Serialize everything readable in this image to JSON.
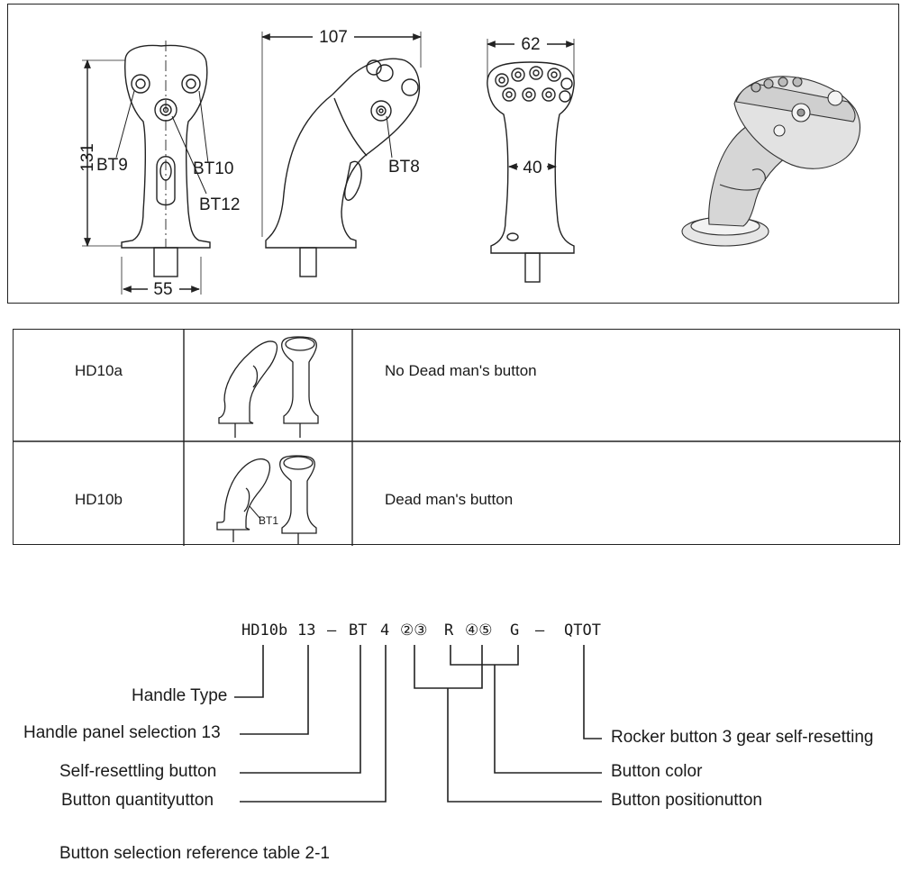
{
  "drawing": {
    "dimensions": {
      "height": "131",
      "base_width": "55",
      "side_width": "107",
      "top_width": "62",
      "neck_width": "40"
    },
    "buttons": {
      "bt9": "BT9",
      "bt10": "BT10",
      "bt12": "BT12",
      "bt8": "BT8"
    }
  },
  "table": {
    "rows": [
      {
        "model": "HD10a",
        "description": "No Dead man's button",
        "callout": ""
      },
      {
        "model": "HD10b",
        "description": "Dead man's button",
        "callout": "BT1"
      }
    ]
  },
  "code": {
    "parts": [
      "HD10b",
      "13",
      "–",
      "BT",
      "4",
      "②③",
      "R",
      "④⑤",
      "G",
      "–",
      "QTOT"
    ]
  },
  "legend": {
    "handle_type": "Handle Type",
    "panel_selection": "Handle panel selection 13",
    "self_resetting": "Self-resettling button",
    "quantity": "Button quantityutton",
    "rocker": "Rocker button 3 gear self-resetting",
    "color": "Button color",
    "position": "Button positionutton"
  },
  "footer": {
    "caption": "Button selection reference table 2-1"
  }
}
